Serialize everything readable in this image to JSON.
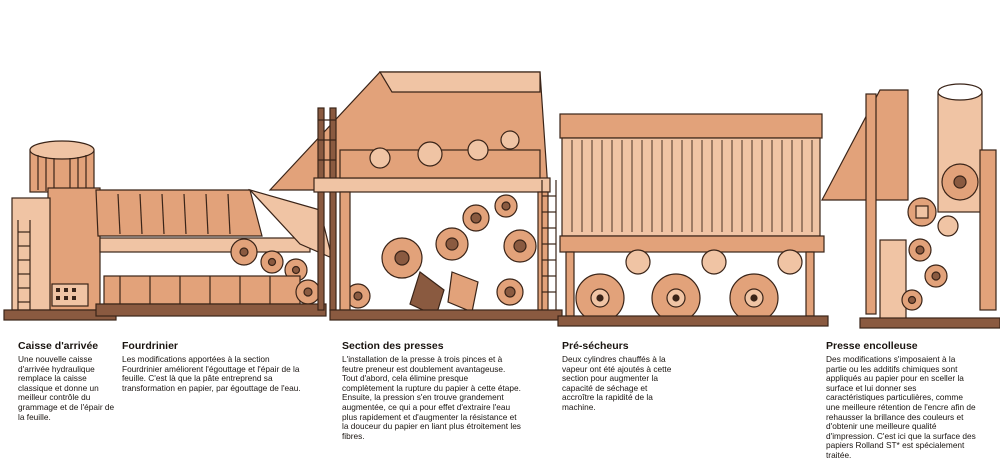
{
  "colors": {
    "body": "#e2a27a",
    "light": "#f0c4a4",
    "dark": "#8a5a40",
    "outline": "#3a2418",
    "background": "#ffffff"
  },
  "sections": [
    {
      "title": "Caisse d'arrivée",
      "text": "Une nouvelle caisse d'arrivée hydraulique remplace la caisse classique et donne un meilleur contrôle du grammage et de l'épair de la feuille."
    },
    {
      "title": "Fourdrinier",
      "text": "Les modifications apportées à la section Fourdrinier améliorent l'égouttage et l'épair de la feuille. C'est là que la pâte entreprend sa transformation en papier, par égouttage de l'eau."
    },
    {
      "title": "Section des presses",
      "text": "L'installation de la presse à trois pinces et à feutre preneur est doublement avantageuse. Tout d'abord, cela élimine presque complètement la rupture du papier à cette étape. Ensuite, la pression s'en trouve grandement augmentée, ce qui a pour effet d'extraire l'eau plus rapidement et d'augmenter la résistance et la douceur du papier en liant plus étroitement les fibres."
    },
    {
      "title": "Pré-sécheurs",
      "text": "Deux cylindres chauffés à la vapeur ont été ajoutés à cette section pour augmenter la capacité de séchage et accroître la rapidité de la machine."
    },
    {
      "title": "Presse encolleuse",
      "text": "Des modifications s'imposaient à la partie ou les additifs chimiques sont appliqués au papier pour en sceller la surface et lui donner ses caractéristiques particulières, comme une meilleure rétention de l'encre afin de rehausser la brillance des couleurs et d'obtenir une meilleure qualité d'impression. C'est ici que la surface des papiers Rolland ST* est spécialement traitée."
    }
  ]
}
